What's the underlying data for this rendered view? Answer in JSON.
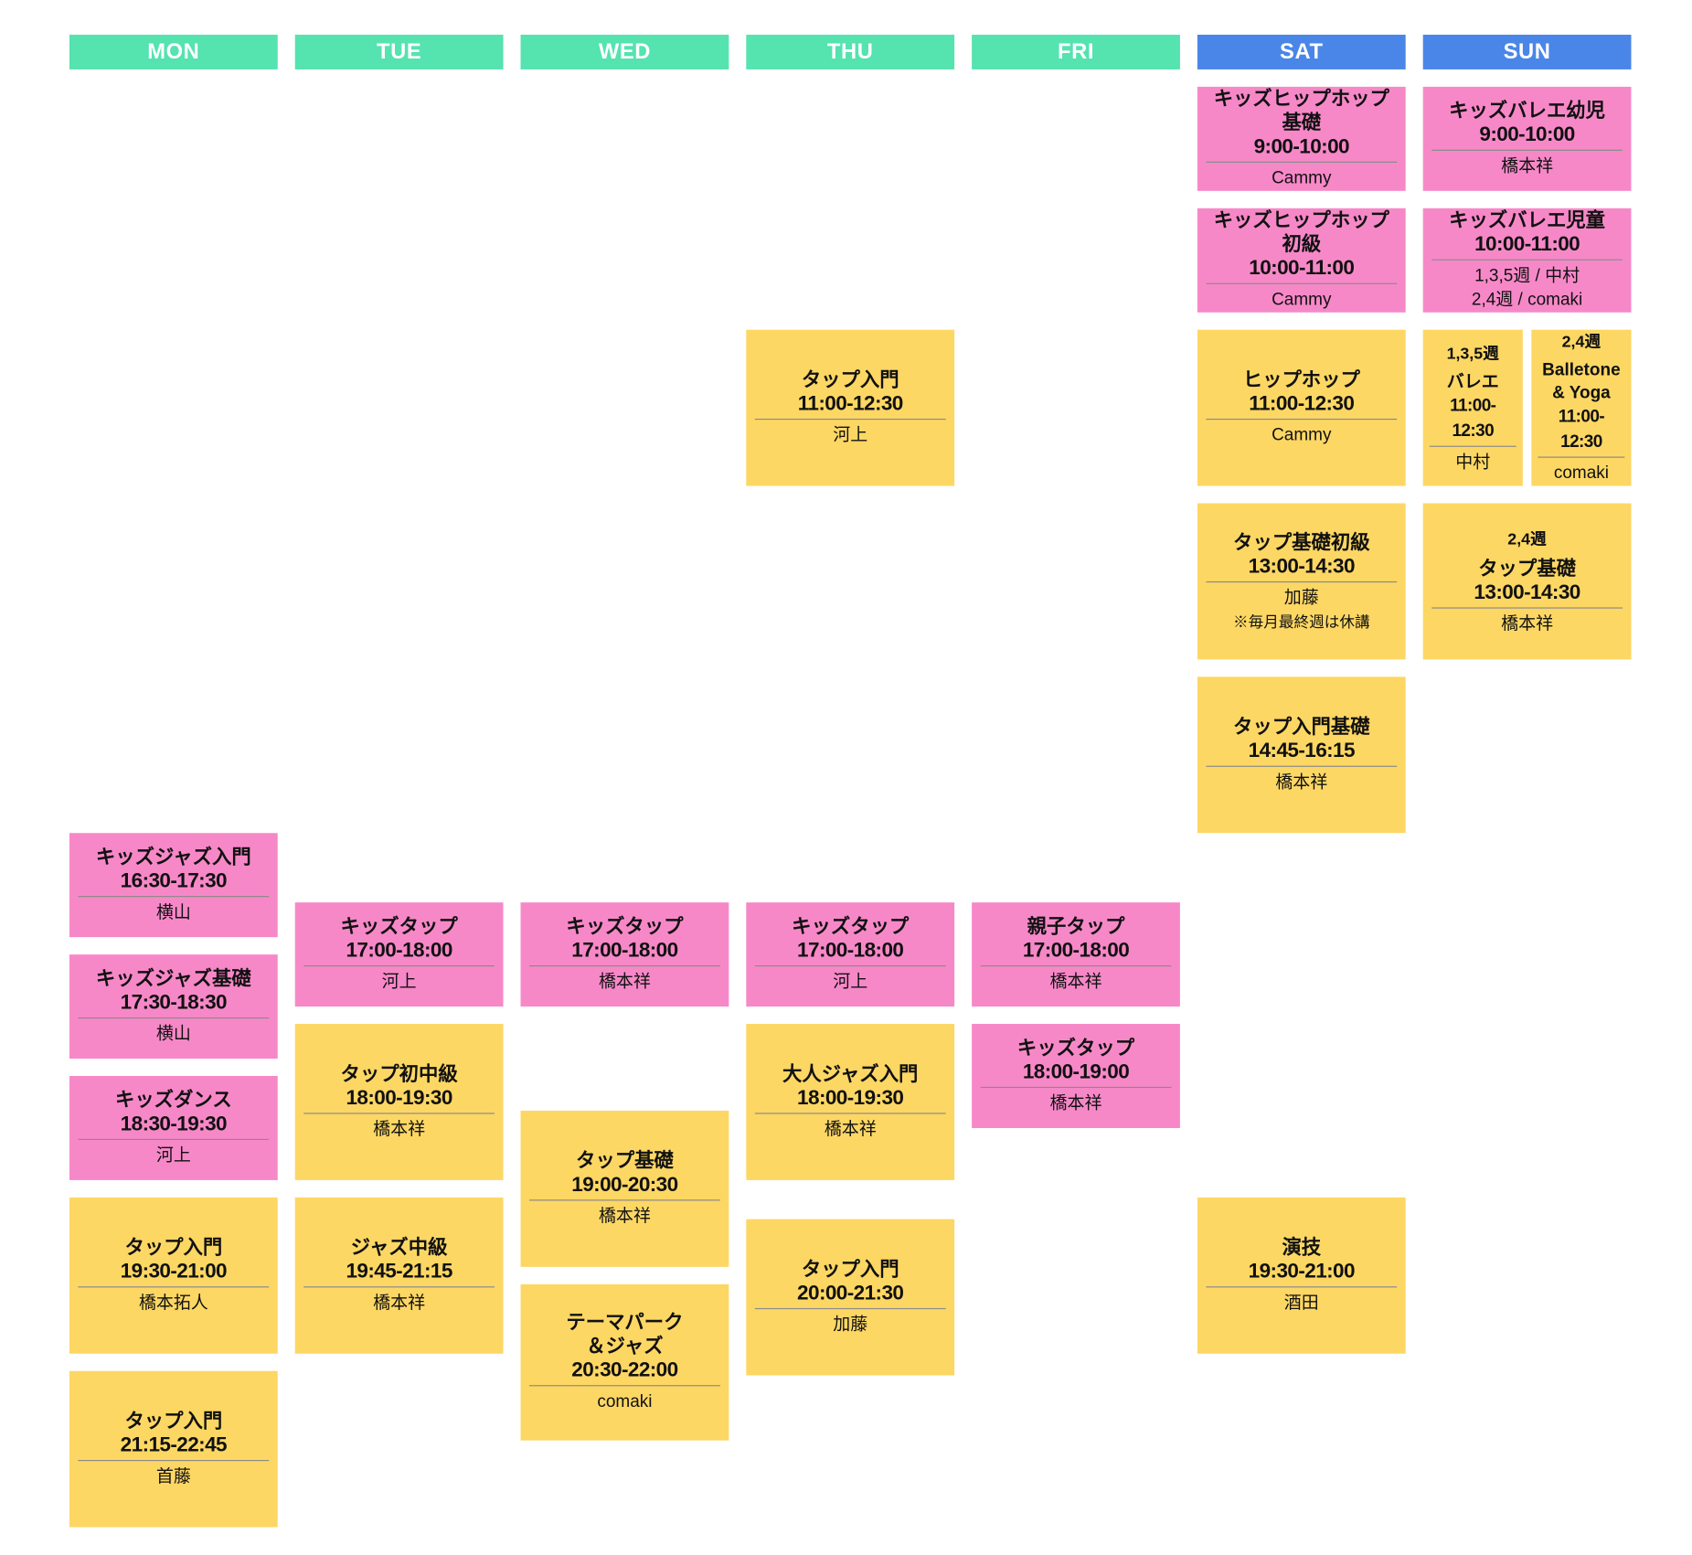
{
  "colors": {
    "weekday": "#55e3b0",
    "weekend": "#4a86e8",
    "kids": "#f788c8",
    "adult": "#fdd764"
  },
  "days": [
    "MON",
    "TUE",
    "WED",
    "THU",
    "FRI",
    "SAT",
    "SUN"
  ],
  "classes": [
    {
      "day": "MON",
      "kind": "kids",
      "title": "キッズジャズ入門",
      "time": "16:30-17:30",
      "teacher": "横山"
    },
    {
      "day": "MON",
      "kind": "kids",
      "title": "キッズジャズ基礎",
      "time": "17:30-18:30",
      "teacher": "横山"
    },
    {
      "day": "MON",
      "kind": "kids",
      "title": "キッズダンス",
      "time": "18:30-19:30",
      "teacher": "河上"
    },
    {
      "day": "MON",
      "kind": "adult",
      "title": "タップ入門",
      "time": "19:30-21:00",
      "teacher": "橋本拓人"
    },
    {
      "day": "MON",
      "kind": "adult",
      "title": "タップ入門",
      "time": "21:15-22:45",
      "teacher": "首藤"
    },
    {
      "day": "TUE",
      "kind": "kids",
      "title": "キッズタップ",
      "time": "17:00-18:00",
      "teacher": "河上"
    },
    {
      "day": "TUE",
      "kind": "adult",
      "title": "タップ初中級",
      "time": "18:00-19:30",
      "teacher": "橋本祥"
    },
    {
      "day": "TUE",
      "kind": "adult",
      "title": "ジャズ中級",
      "time": "19:45-21:15",
      "teacher": "橋本祥"
    },
    {
      "day": "WED",
      "kind": "kids",
      "title": "キッズタップ",
      "time": "17:00-18:00",
      "teacher": "橋本祥"
    },
    {
      "day": "WED",
      "kind": "adult",
      "title": "タップ基礎",
      "time": "19:00-20:30",
      "teacher": "橋本祥"
    },
    {
      "day": "WED",
      "kind": "adult",
      "title": "テーマパーク\n＆ジャズ",
      "time": "20:30-22:00",
      "teacher": "comaki"
    },
    {
      "day": "THU",
      "kind": "adult",
      "title": "タップ入門",
      "time": "11:00-12:30",
      "teacher": "河上"
    },
    {
      "day": "THU",
      "kind": "kids",
      "title": "キッズタップ",
      "time": "17:00-18:00",
      "teacher": "河上"
    },
    {
      "day": "THU",
      "kind": "adult",
      "title": "大人ジャズ入門",
      "time": "18:00-19:30",
      "teacher": "橋本祥"
    },
    {
      "day": "THU",
      "kind": "adult",
      "title": "タップ入門",
      "time": "20:00-21:30",
      "teacher": "加藤"
    },
    {
      "day": "FRI",
      "kind": "kids",
      "title": "親子タップ",
      "time": "17:00-18:00",
      "teacher": "橋本祥"
    },
    {
      "day": "FRI",
      "kind": "kids",
      "title": "キッズタップ",
      "time": "18:00-19:00",
      "teacher": "橋本祥"
    },
    {
      "day": "SAT",
      "kind": "kids",
      "title": "キッズヒップホップ基礎",
      "time": "9:00-10:00",
      "teacher": "Cammy"
    },
    {
      "day": "SAT",
      "kind": "kids",
      "title": "キッズヒップホップ初級",
      "time": "10:00-11:00",
      "teacher": "Cammy"
    },
    {
      "day": "SAT",
      "kind": "adult",
      "title": "ヒップホップ",
      "time": "11:00-12:30",
      "teacher": "Cammy"
    },
    {
      "day": "SAT",
      "kind": "adult",
      "title": "タップ基礎初級",
      "time": "13:00-14:30",
      "teacher": "加藤",
      "note": "※毎月最終週は休講"
    },
    {
      "day": "SAT",
      "kind": "adult",
      "title": "タップ入門基礎",
      "time": "14:45-16:15",
      "teacher": "橋本祥"
    },
    {
      "day": "SAT",
      "kind": "adult",
      "title": "演技",
      "time": "19:30-21:00",
      "teacher": "酒田"
    },
    {
      "day": "SUN",
      "kind": "kids",
      "title": "キッズバレエ幼児",
      "time": "9:00-10:00",
      "teacher": "橋本祥"
    },
    {
      "day": "SUN",
      "kind": "kids",
      "title": "キッズバレエ児童",
      "time": "10:00-11:00",
      "teacher": "1,3,5週 / 中村\n2,4週 / comaki"
    },
    {
      "day": "SUN",
      "kind": "adult",
      "week": "1,3,5週",
      "title": "バレエ",
      "time": "11:00-12:30",
      "teacher": "中村"
    },
    {
      "day": "SUN",
      "kind": "adult",
      "week": "2,4週",
      "title": "Balletone\n& Yoga",
      "time": "11:00-12:30",
      "teacher": "comaki"
    },
    {
      "day": "SUN",
      "kind": "adult",
      "week": "2,4週",
      "title": "タップ基礎",
      "time": "13:00-14:30",
      "teacher": "橋本祥"
    }
  ]
}
